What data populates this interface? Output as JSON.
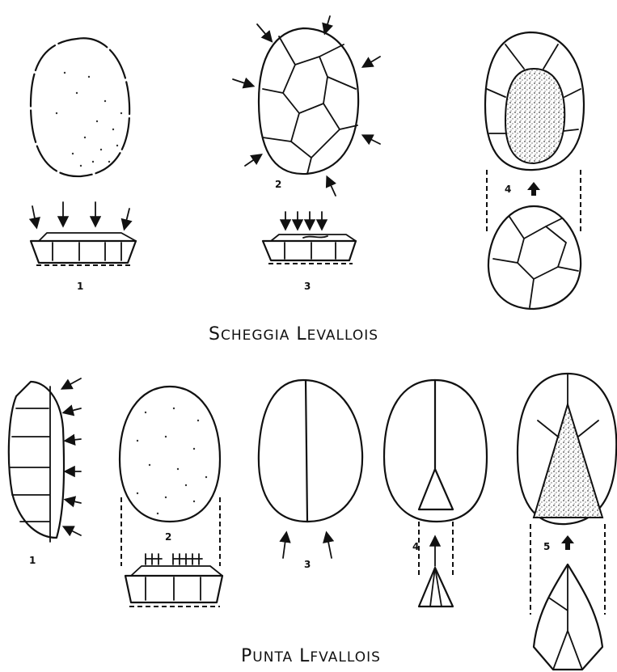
{
  "section_top": {
    "title_initial_1": "S",
    "title_rest_1": "CHEGGIA",
    "title_initial_2": "L",
    "title_rest_2": "EVALLOIS",
    "labels": [
      "1",
      "2",
      "3",
      "4"
    ]
  },
  "section_bottom": {
    "title_initial_1": "P",
    "title_rest_1": "UNTA",
    "title_initial_2": "L",
    "title_rest_2": "FVALLOIS",
    "labels": [
      "1",
      "2",
      "3",
      "4",
      "5"
    ]
  },
  "colors": {
    "ink": "#111111",
    "stipple": "#555555"
  }
}
